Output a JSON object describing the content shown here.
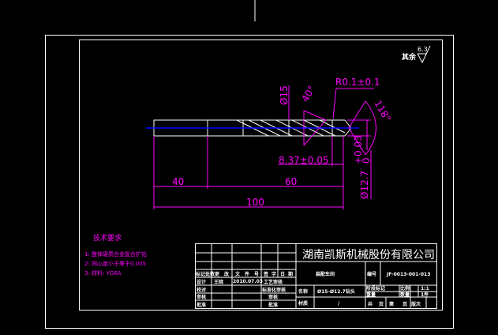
{
  "colors": {
    "background": "#000000",
    "outline": "#ffffff",
    "dimension": "#ff00ff",
    "centerline": "#0000ff"
  },
  "roughness": {
    "label": "其余",
    "value": "6.3"
  },
  "dimensions": {
    "shank_length": "40",
    "flute_length": "60",
    "total_length": "100",
    "diameter_major": "Ø15",
    "diameter_minor": "Ø12.7",
    "diameter_minor_tol": "+0.03",
    "diameter_minor_tol_low": "0",
    "step_length": "8.37±0.05",
    "step_angle": "40°",
    "tip_angle": "118°",
    "radius": "R0.1±0.1"
  },
  "tech_requirements": {
    "title": "技术要求",
    "items": [
      "1: 整体硬质合金复合扩钻",
      "2: 同心度小于等于0.005",
      "3: 材料: YG6A"
    ]
  },
  "title_block": {
    "company": "湖南凯斯机械股份有限公司",
    "workshop": "装配车间",
    "code_label": "编号",
    "drawing_no": "JF-0013-001-013",
    "name_label": "名称",
    "part_name": "Ø15-Ø12.7钻头",
    "qty_label": "材质",
    "qty_value": "/",
    "header_row": [
      "标记处数",
      "更",
      "改",
      "文",
      "件",
      "号",
      "签",
      "字",
      "日",
      "期"
    ],
    "row_labels": [
      "设计",
      "校对",
      "审核",
      "批准"
    ],
    "designer": "王晓",
    "date": "2010.07.03",
    "process": "工艺审核",
    "standard": "标准化审核",
    "review": "审核",
    "approve": "批准",
    "stage_label": "阶段标记",
    "weight_label": "重量",
    "scale_label": "比例",
    "scale_value": "1:1",
    "unit_label": "数量",
    "unit_value": "1件",
    "sheet": [
      "共",
      "页",
      "第",
      "页",
      "版次"
    ]
  }
}
